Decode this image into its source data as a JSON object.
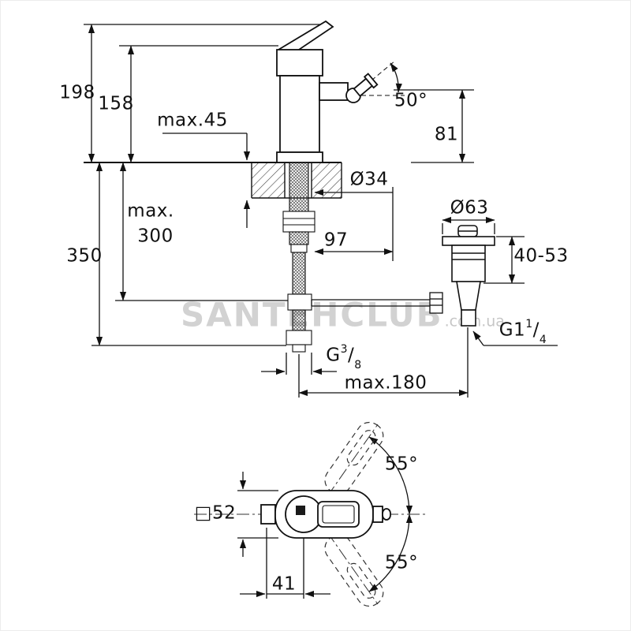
{
  "colors": {
    "line": "#111111",
    "watermark": "#d2d2d2"
  },
  "watermark": {
    "brand": "SANTEHCLUB",
    "domain": ".com.ua"
  },
  "main_view": {
    "dim_198": "198",
    "dim_158": "158",
    "dim_max45": "max.45",
    "angle_50": "50°",
    "dim_81": "81",
    "dia_34": "Ø34",
    "max_word": "max.",
    "dim_300": "300",
    "dim_350": "350",
    "dim_97": "97",
    "dia_63": "Ø63",
    "dim_40_53": "40-53",
    "thread_drain": {
      "base": "G1",
      "sup": "1",
      "slash": "/",
      "sub": "4"
    },
    "thread_supply": {
      "base": "G",
      "sup": "3",
      "slash": "/",
      "sub": "8"
    },
    "dim_max180": "max.180"
  },
  "top_view": {
    "angle_upper": "55°",
    "angle_lower": "55°",
    "square_symbol": "□",
    "dim_52": "52",
    "dim_41": "41"
  }
}
